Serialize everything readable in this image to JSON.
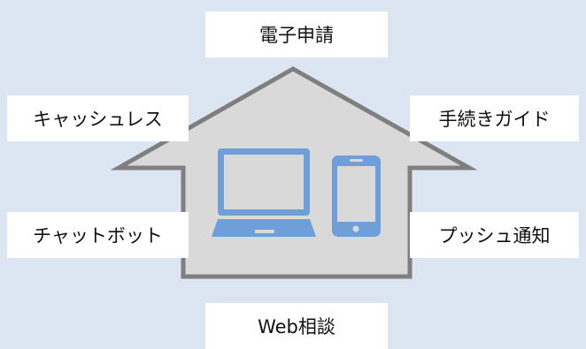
{
  "labels": {
    "top": "電子申請",
    "upper_left": "キャッシュレス",
    "upper_right": "手続きガイド",
    "lower_left": "チャットボット",
    "lower_right": "プッシュ通知",
    "bottom": "Web相談"
  },
  "colors": {
    "background": "#dce6f2",
    "house_fill": "#d9d9d9",
    "house_stroke": "#7f7f7f",
    "device": "#6e9fd8",
    "label_box": "#ffffff"
  },
  "icons": [
    "house-icon",
    "laptop-icon",
    "smartphone-icon"
  ]
}
